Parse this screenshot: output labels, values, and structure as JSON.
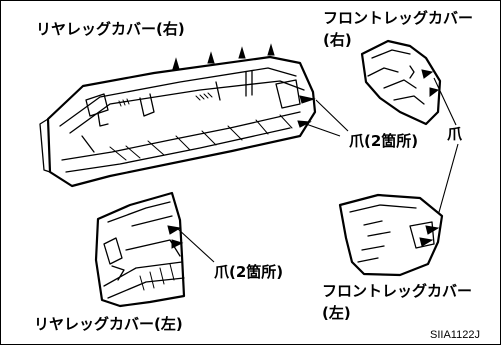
{
  "labels": {
    "rear_right": "リヤレッグカバー(右)",
    "front_right_line1": "フロントレッグカバー",
    "front_right_line2": "(右)",
    "claw_rear_right": "爪(2箇所)",
    "claw_front": "爪",
    "claw_rear_left": "爪(2箇所)",
    "front_left_line1": "フロントレッグカバー",
    "front_left_line2": "(左)",
    "rear_left": "リヤレッグカバー(左)",
    "figure_code": "SIIA1122J"
  }
}
